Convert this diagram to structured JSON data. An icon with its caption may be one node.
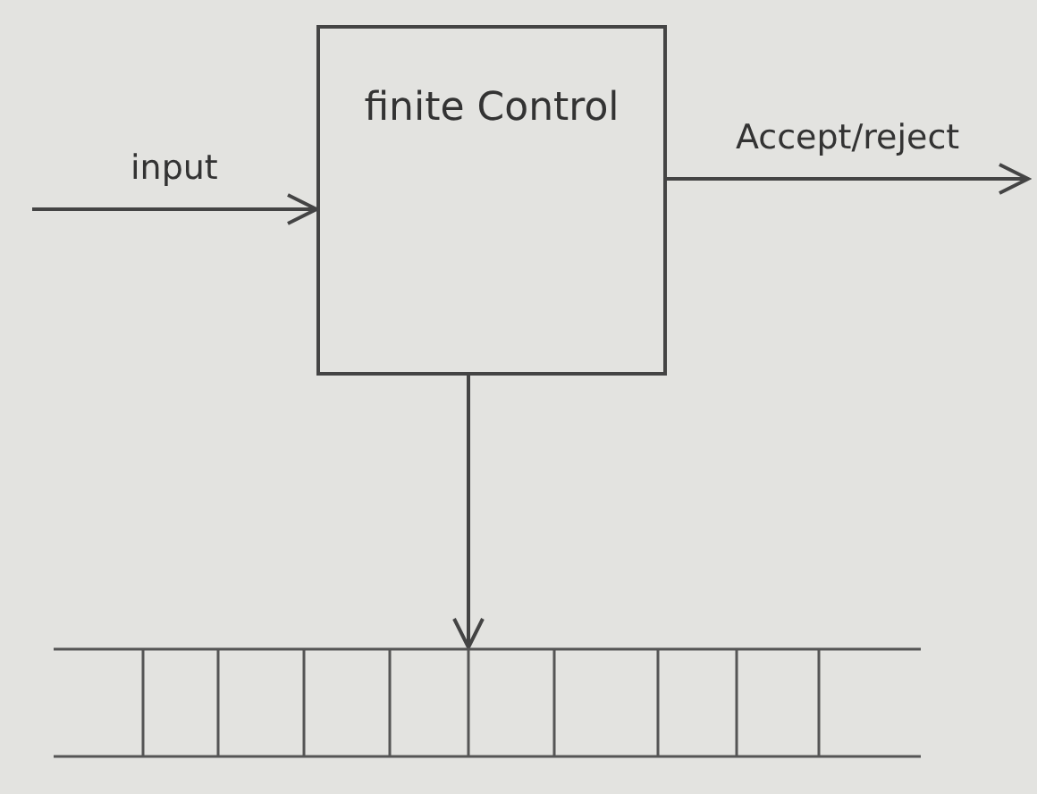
{
  "diagram": {
    "nodes": [
      {
        "text": [
          "finite Control"
        ]
      },
      {
        "text": [],
        "shape": "bar"
      }
    ],
    "edges": [
      {
        "from": null,
        "to": 0,
        "arrow": "to",
        "label": "input"
      },
      {
        "from": 0,
        "to": null,
        "arrow": "to",
        "label": "Accept/reject"
      },
      {
        "from": 0,
        "to": 1,
        "arrow": "to"
      }
    ]
  }
}
